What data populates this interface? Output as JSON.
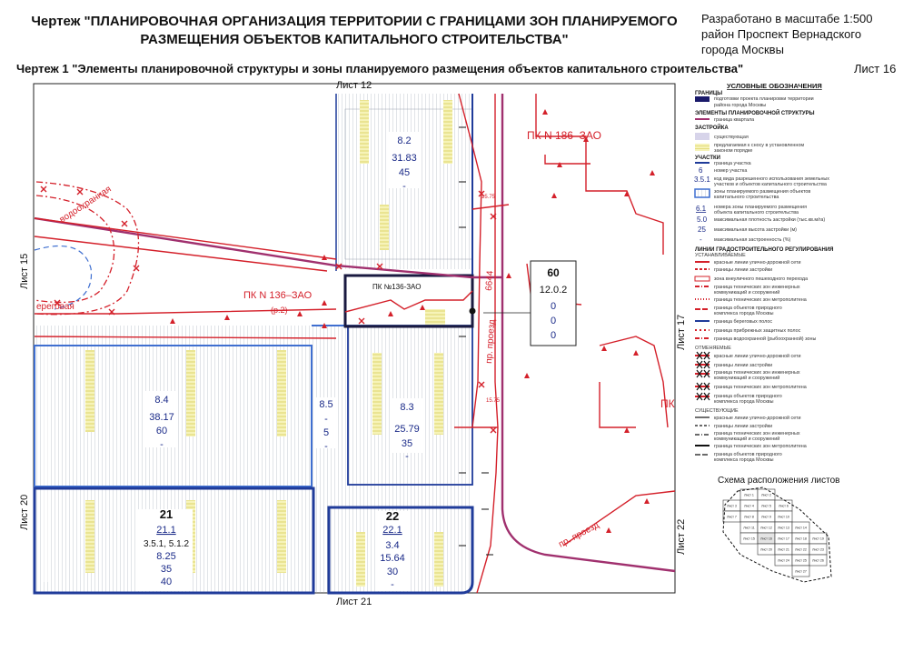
{
  "header": {
    "title_line1": "Чертеж \"ПЛАНИРОВОЧНАЯ ОРГАНИЗАЦИЯ ТЕРРИТОРИИ С ГРАНИЦАМИ ЗОН ПЛАНИРУЕМОГО",
    "title_line2": "РАЗМЕЩЕНИЯ ОБЪЕКТОВ КАПИТАЛЬНОГО СТРОИТЕЛЬСТВА\"",
    "scale_line1": "Разработано в масштабе 1:500",
    "scale_line2": "район Проспект Вернадского",
    "scale_line3": "города Москвы",
    "subtitle": "Чертеж 1 \"Элементы планировочной структуры и зоны планируемого размещения объектов капитального строительства\"",
    "sheet": "Лист 16"
  },
  "map": {
    "sheet_top": "Лист 12",
    "sheet_bottom": "Лист 21",
    "sheet_left_top": "Лист 15",
    "sheet_left_bottom": "Лист 20",
    "sheet_right_top": "Лист 17",
    "sheet_right_bottom": "Лист 22",
    "pk186": "ПК N 186–ЗАО",
    "pk136": "ПК N 136–ЗАО",
    "pk136_sub": "(р.2)",
    "pk136_box": "ПК №136-ЗАО",
    "pk_right": "ПК",
    "water_zone": "водоохранная",
    "water_zone_left": "ереговая",
    "road1": "пр. проезд",
    "road1_num": "6644",
    "road2": "пр. проезд",
    "dim1": "15.75",
    "dim2": "15.75",
    "zone_8_2": {
      "id": "8.2",
      "area": "31.83",
      "height": "45",
      "dash": "-"
    },
    "zone_60": {
      "id": "60",
      "code": "12.0.2",
      "v1": "0",
      "v2": "0",
      "v3": "0"
    },
    "zone_8_4": {
      "id": "8.4",
      "area": "38.17",
      "height": "60",
      "dash": "-"
    },
    "zone_8_5": {
      "id": "8.5",
      "dash1": "-",
      "height": "5",
      "dash2": "-"
    },
    "zone_8_3": {
      "id": "8.3",
      "area": "25.79",
      "height": "35",
      "dash": "-"
    },
    "zone_21": {
      "id": "21",
      "sub": "21.1",
      "code": "3.5.1, 5.1.2",
      "area": "8.25",
      "height": "35",
      "density": "40"
    },
    "zone_22": {
      "id": "22",
      "sub": "22.1",
      "code": "3.4",
      "area": "15.64",
      "height": "30",
      "dash": "-"
    }
  },
  "legend": {
    "title": "УСЛОВНЫЕ ОБОЗНАЧЕНИЯ",
    "sec_borders": "ГРАНИЦЫ",
    "item_project": "подготовки проекта планировки территории",
    "item_project2": "района города Москвы",
    "sec_structure": "ЭЛЕМЕНТЫ ПЛАНИРОВОЧНОЙ СТРУКТУРЫ",
    "item_quarter": "граница квартала",
    "sec_building": "ЗАСТРОЙКА",
    "item_existing": "существующая",
    "item_demolish": "предлагаемая к сносу в установленном",
    "item_demolish2": "законом порядке",
    "sec_plots": "УЧАСТКИ",
    "item_plot_border": "граница участка",
    "num_plot": "6",
    "item_plot_num": "номер участка",
    "num_use": "3.5.1",
    "item_use": "код вида разрешенного использования земельных",
    "item_use2": "участков и объектов капитального строительства",
    "item_zone": "зоны планируемого размещения объектов",
    "item_zone2": "капитального строительства",
    "num_zone": "6.1",
    "item_zone_num": "номера зоны планируемого размещения",
    "item_zone_num2": "объекта капитального строительства",
    "num_density": "5.0",
    "item_density": "максимальная плотность застройки (тыс.кв.м/га)",
    "num_height": "25",
    "item_height": "максимальная высота застройки (м)",
    "num_pct": "-",
    "item_pct": "максимальная застроенность (%)",
    "sec_lines": "ЛИНИИ ГРАДОСТРОИТЕЛЬНОГО РЕГУЛИРОВАНИЯ",
    "sec_lines2": "УСТАНАВЛИВАЕМЫЕ",
    "l1": "красные линии улично-дорожной сети",
    "l2": "границы линии застройки",
    "l3": "зона внеуличного пешеходного перехода",
    "l4": "граница технических зон инженерных",
    "l4b": "коммуникаций и сооружений",
    "l5": "граница технических зон метрополитена",
    "l6": "граница объектов природного",
    "l6b": "комплекса города Москвы",
    "l7": "граница береговых полос",
    "l8": "граница прибрежных защитных полос",
    "l9": "граница водоохранной (рыбоохранной) зоны",
    "sec_cancel": "ОТМЕНЯЕМЫЕ",
    "l10": "красные линии улично-дорожной сети",
    "l11": "границы линии застройки",
    "l12": "граница технических зон инженерных",
    "l12b": "коммуникаций и сооружений",
    "l13": "граница технических зон метрополитена",
    "l14": "граница объектов природного",
    "l14b": "комплекса города Москвы",
    "sec_existing": "СУЩЕСТВУЮЩИЕ",
    "l15": "красные линии улично-дорожной сети",
    "l16": "границы линии застройки",
    "l17": "граница технических зон инженерных",
    "l17b": "коммуникаций и сооружений",
    "l18": "граница технических зон метрополитена",
    "l19": "граница объектов природного",
    "l19b": "комплекса города Москвы"
  },
  "scheme": {
    "title": "Схема расположения листов",
    "sheets": [
      "Лист 1",
      "Лист 2",
      "Лист 3",
      "Лист 4",
      "Лист 5",
      "Лист 6",
      "Лист 7",
      "Лист 8",
      "Лист 9",
      "Лист 10",
      "Лист 11",
      "Лист 12",
      "Лист 13",
      "Лист 14",
      "Лист 15",
      "Лист 16",
      "Лист 17",
      "Лист 18",
      "Лист 19",
      "Лист 20",
      "Лист 21",
      "Лист 22",
      "Лист 23",
      "Лист 24",
      "Лист 25",
      "Лист 26",
      "Лист 27"
    ]
  },
  "colors": {
    "red_line": "#d4202a",
    "plot_blue": "#1f3b9a",
    "zone_blue": "#3f6fd0",
    "magenta": "#a0306e",
    "hatch_gray": "#9aa2b0",
    "yellow": "#f2ec8e",
    "green": "#a9d46a"
  }
}
